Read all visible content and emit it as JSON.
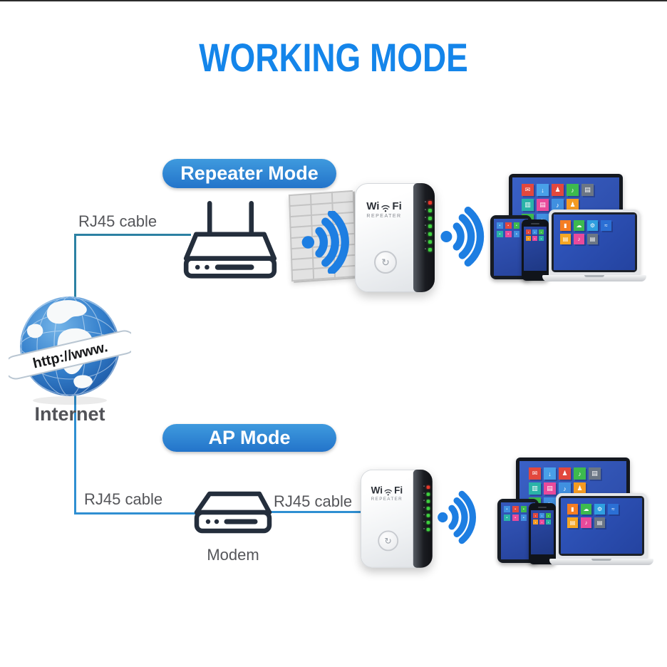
{
  "title": "WORKING MODE",
  "colors": {
    "title_blue": "#1485ea",
    "pill_blue": "#2d85d8",
    "line_teal": "#2c81a3",
    "line_blue": "#2f8fd2",
    "wifi_blue": "#1d7ee2",
    "text_gray": "#55565a"
  },
  "repeater_mode": {
    "badge": "Repeater Mode",
    "cable_label": "RJ45 cable"
  },
  "ap_mode": {
    "badge": "AP Mode",
    "cable_label_left": "RJ45 cable",
    "cable_label_right": "RJ45 cable",
    "modem_label": "Modem"
  },
  "internet": {
    "label": "Internet",
    "banner": "http://www."
  },
  "repeater_device": {
    "brand_wi": "Wi",
    "brand_fi": "Fi",
    "brand_sub": "REPEATER",
    "wps_glyph": "↻",
    "leds": [
      "#e8392b",
      "#3fd13f",
      "#3fd13f",
      "#3fd13f",
      "#3fd13f",
      "#3fd13f",
      "#3fd13f"
    ]
  },
  "tiles": {
    "monitor": [
      [
        {
          "c": "#e2483d",
          "g": "✉"
        },
        {
          "c": "#49a0e8",
          "g": "↓"
        },
        {
          "c": "#e2483d",
          "g": "♟"
        },
        {
          "c": "#3dba4e",
          "g": "♪"
        },
        {
          "c": "#6b7685",
          "g": "▤"
        }
      ],
      [
        {
          "c": "#2ab3a8",
          "g": "▥"
        },
        {
          "c": "#e84a9b",
          "g": "▤"
        },
        {
          "c": "#4090e0",
          "g": "♪"
        },
        {
          "c": "#f59b22",
          "g": "♟"
        }
      ],
      [
        {
          "c": "#3dba4e",
          "g": "⚙"
        },
        {
          "c": "#4090e0",
          "g": "≈"
        },
        {
          "c": "#f07fb0",
          "g": "↻"
        }
      ]
    ],
    "laptop": [
      [
        {
          "c": "#f57d23",
          "g": "▮"
        },
        {
          "c": "#3dba4e",
          "g": "☁"
        },
        {
          "c": "#2f9fe0",
          "g": "⚙"
        },
        {
          "c": "#2b6fd4",
          "g": "≈"
        }
      ],
      [
        {
          "c": "#f5a623",
          "g": "▤"
        },
        {
          "c": "#e84a9b",
          "g": "♪"
        },
        {
          "c": "#6b7685",
          "g": "▤"
        }
      ]
    ],
    "tablet": [
      [
        {
          "c": "#4090e0",
          "g": "•"
        },
        {
          "c": "#e2483d",
          "g": "•"
        },
        {
          "c": "#3dba4e",
          "g": "•"
        },
        {
          "c": "#f59b22",
          "g": "•"
        }
      ],
      [
        {
          "c": "#2ab3a8",
          "g": "•"
        },
        {
          "c": "#e84a9b",
          "g": "•"
        },
        {
          "c": "#4090e0",
          "g": "•"
        },
        {
          "c": "#e2483d",
          "g": "•"
        }
      ]
    ],
    "phone": [
      [
        {
          "c": "#e2483d",
          "g": "•"
        },
        {
          "c": "#4090e0",
          "g": "•"
        },
        {
          "c": "#3dba4e",
          "g": "•"
        }
      ],
      [
        {
          "c": "#f59b22",
          "g": "•"
        },
        {
          "c": "#e84a9b",
          "g": "•"
        },
        {
          "c": "#2ab3a8",
          "g": "•"
        }
      ]
    ]
  }
}
